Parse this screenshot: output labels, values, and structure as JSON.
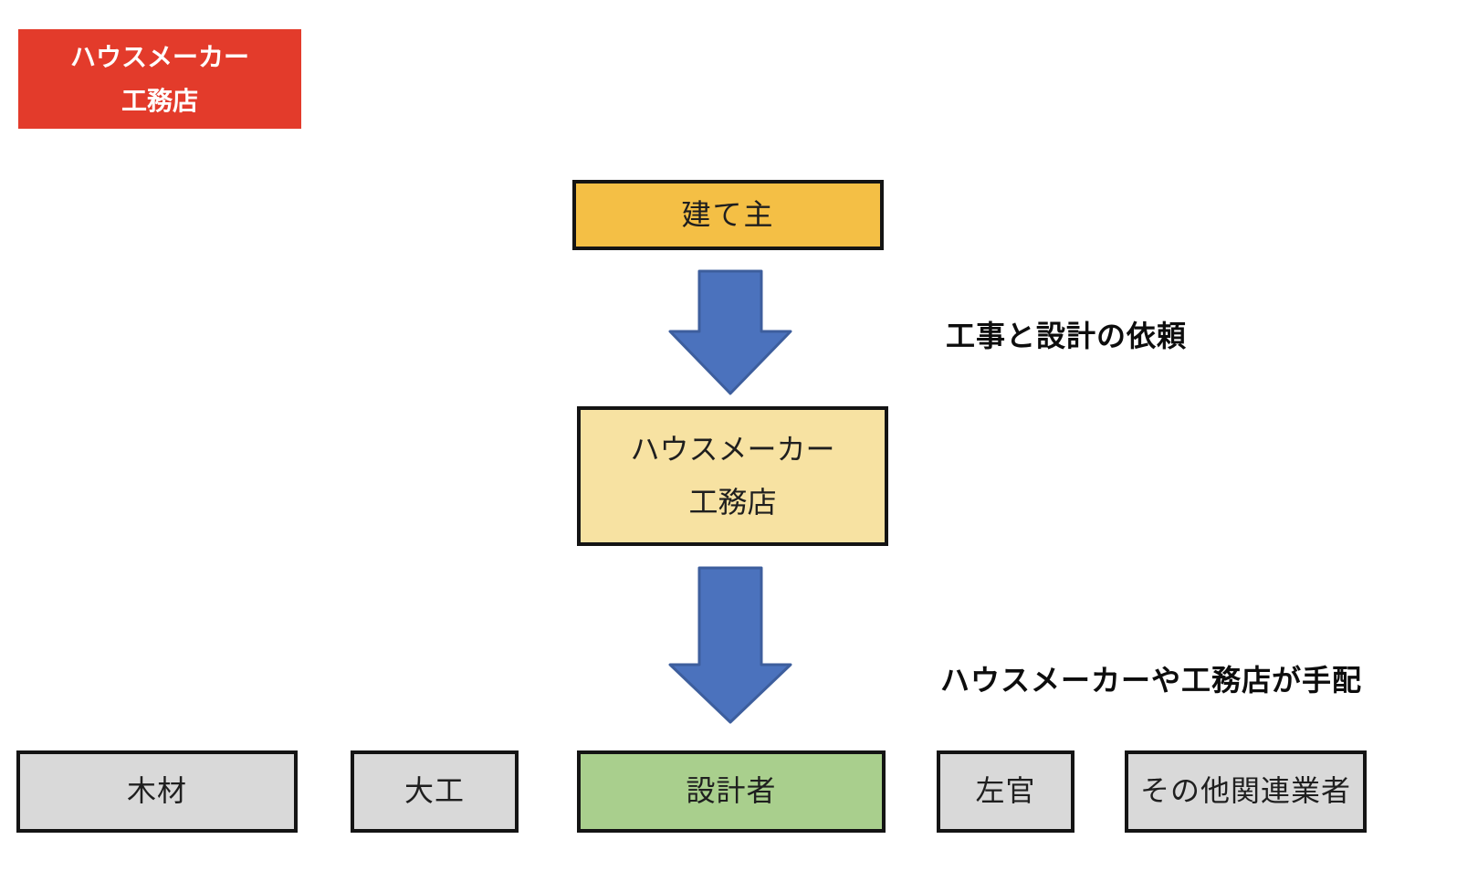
{
  "legend_badge": {
    "line1": "ハウスメーカー",
    "line2": "工務店"
  },
  "flow": {
    "client_box": {
      "label": "建て主"
    },
    "builder_box": {
      "line1": "ハウスメーカー",
      "line2": "工務店"
    },
    "arrow1_label": "工事と設計の依頼",
    "arrow2_label": "ハウスメーカーや工務店が手配"
  },
  "bottom_row": [
    {
      "label": "木材",
      "variant": "gray"
    },
    {
      "label": "大工",
      "variant": "gray"
    },
    {
      "label": "設計者",
      "variant": "green"
    },
    {
      "label": "左官",
      "variant": "gray"
    },
    {
      "label": "その他関連業者",
      "variant": "gray"
    }
  ],
  "icons": {
    "arrow1": "down-block-arrow-icon",
    "arrow2": "down-block-arrow-icon"
  },
  "colors": {
    "background": "#ffffff",
    "badge_red": "#e33b2b",
    "badge_text": "#ffffff",
    "client_fill": "#f4bf45",
    "builder_fill": "#f7e2a2",
    "designer_fill": "#a9cf8d",
    "trade_fill": "#d9d9d9",
    "box_border": "#141414",
    "arrow_fill": "#4b72bd",
    "arrow_stroke": "#3d5e9d",
    "text_dark": "#1f1f1f"
  }
}
